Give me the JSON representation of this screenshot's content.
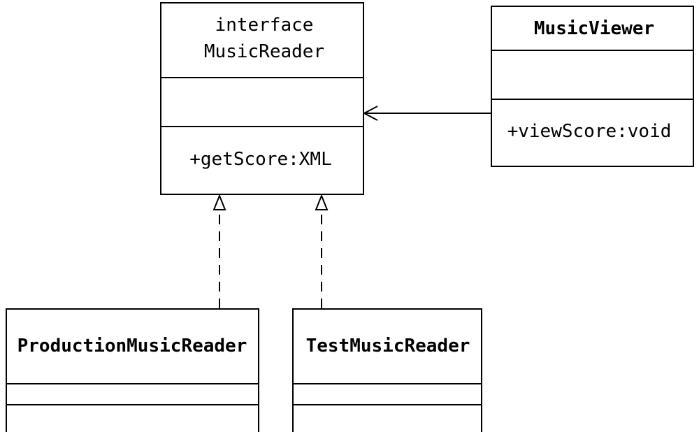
{
  "diagram": {
    "classes": {
      "music_reader": {
        "stereotype": "interface",
        "name": "MusicReader",
        "attributes": [],
        "operations": [
          "+getScore:XML"
        ]
      },
      "music_viewer": {
        "name": "MusicViewer",
        "attributes": [],
        "operations": [
          "+viewScore:void"
        ]
      },
      "production_music_reader": {
        "name": "ProductionMusicReader",
        "attributes": [],
        "operations": []
      },
      "test_music_reader": {
        "name": "TestMusicReader",
        "attributes": [],
        "operations": []
      }
    },
    "relations": [
      {
        "type": "association",
        "from": "MusicViewer",
        "to": "MusicReader"
      },
      {
        "type": "realization",
        "from": "ProductionMusicReader",
        "to": "MusicReader"
      },
      {
        "type": "realization",
        "from": "TestMusicReader",
        "to": "MusicReader"
      }
    ]
  }
}
